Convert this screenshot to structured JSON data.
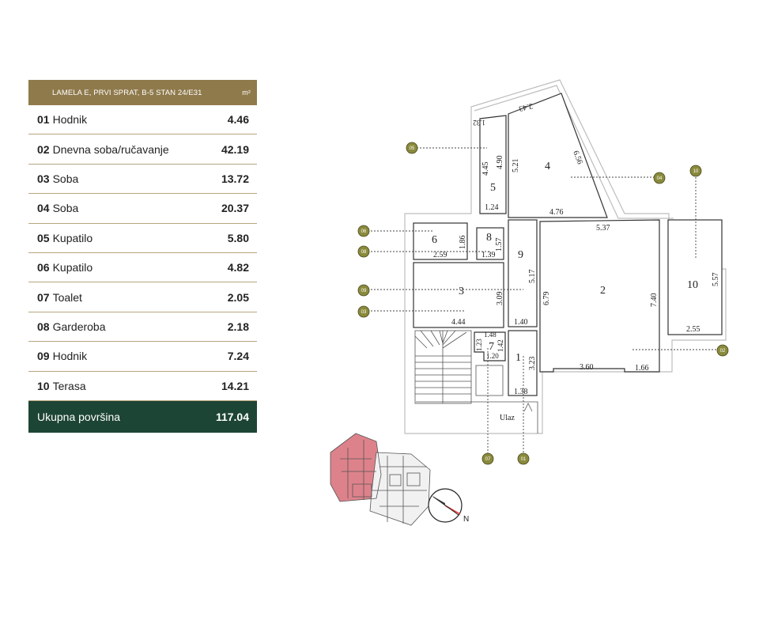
{
  "table": {
    "header": {
      "title": "LAMELA E, PRVI SPRAT, B-5 STAN 24/E31",
      "unit": "m²"
    },
    "rows": [
      {
        "num": "01",
        "name": "Hodnik",
        "area": "4.46"
      },
      {
        "num": "02",
        "name": "Dnevna soba/ručavanje",
        "area": "42.19"
      },
      {
        "num": "03",
        "name": "Soba",
        "area": "13.72"
      },
      {
        "num": "04",
        "name": "Soba",
        "area": "20.37"
      },
      {
        "num": "05",
        "name": "Kupatilo",
        "area": "5.80"
      },
      {
        "num": "06",
        "name": "Kupatilo",
        "area": "4.82"
      },
      {
        "num": "07",
        "name": "Toalet",
        "area": "2.05"
      },
      {
        "num": "08",
        "name": "Garderoba",
        "area": "2.18"
      },
      {
        "num": "09",
        "name": "Hodnik",
        "area": "7.24"
      },
      {
        "num": "10",
        "name": "Terasa",
        "area": "14.21"
      }
    ],
    "total": {
      "label": "Ukupna površina",
      "area": "117.04"
    }
  },
  "plan": {
    "room_numbers": [
      "1",
      "2",
      "3",
      "4",
      "5",
      "6",
      "7",
      "8",
      "9",
      "10"
    ],
    "dimensions": {
      "r1_w": "1.38",
      "r1_h": "3.23",
      "r2_top": "5.37",
      "r2_left": "6.79",
      "r2_right": "7.40",
      "r2_bottom": "3.60",
      "r2_bottom_b": "1.66",
      "r3_w": "4.44",
      "r3_h": "3.09",
      "r4_top": "2.43",
      "r4_left": "5.21",
      "r4_diag": "6.56",
      "r4_bottom": "4.76",
      "r5_top": "1.32",
      "r5_left": "4.45",
      "r5_right": "4.90",
      "r5_bottom": "1.24",
      "r6_w": "2.59",
      "r6_h": "1.86",
      "r7_a": "1.48",
      "r7_b": "1.23",
      "r7_c": "1.42",
      "r7_d": "1.20",
      "r8_h": "1.57",
      "r8_w": "1.39",
      "r9_h": "5.17",
      "r9_w": "1.40",
      "r10_h": "5.57",
      "r10_w": "2.55"
    },
    "markers": [
      "01",
      "02",
      "03",
      "04",
      "05",
      "06",
      "07",
      "08",
      "09",
      "10"
    ],
    "entrance_label": "Ulaz",
    "compass_label": "N",
    "colors": {
      "accent_gold": "#8f7a4c",
      "accent_green": "#1d4535",
      "marker": "#8a8a3c",
      "highlight": "#d9747e"
    }
  }
}
